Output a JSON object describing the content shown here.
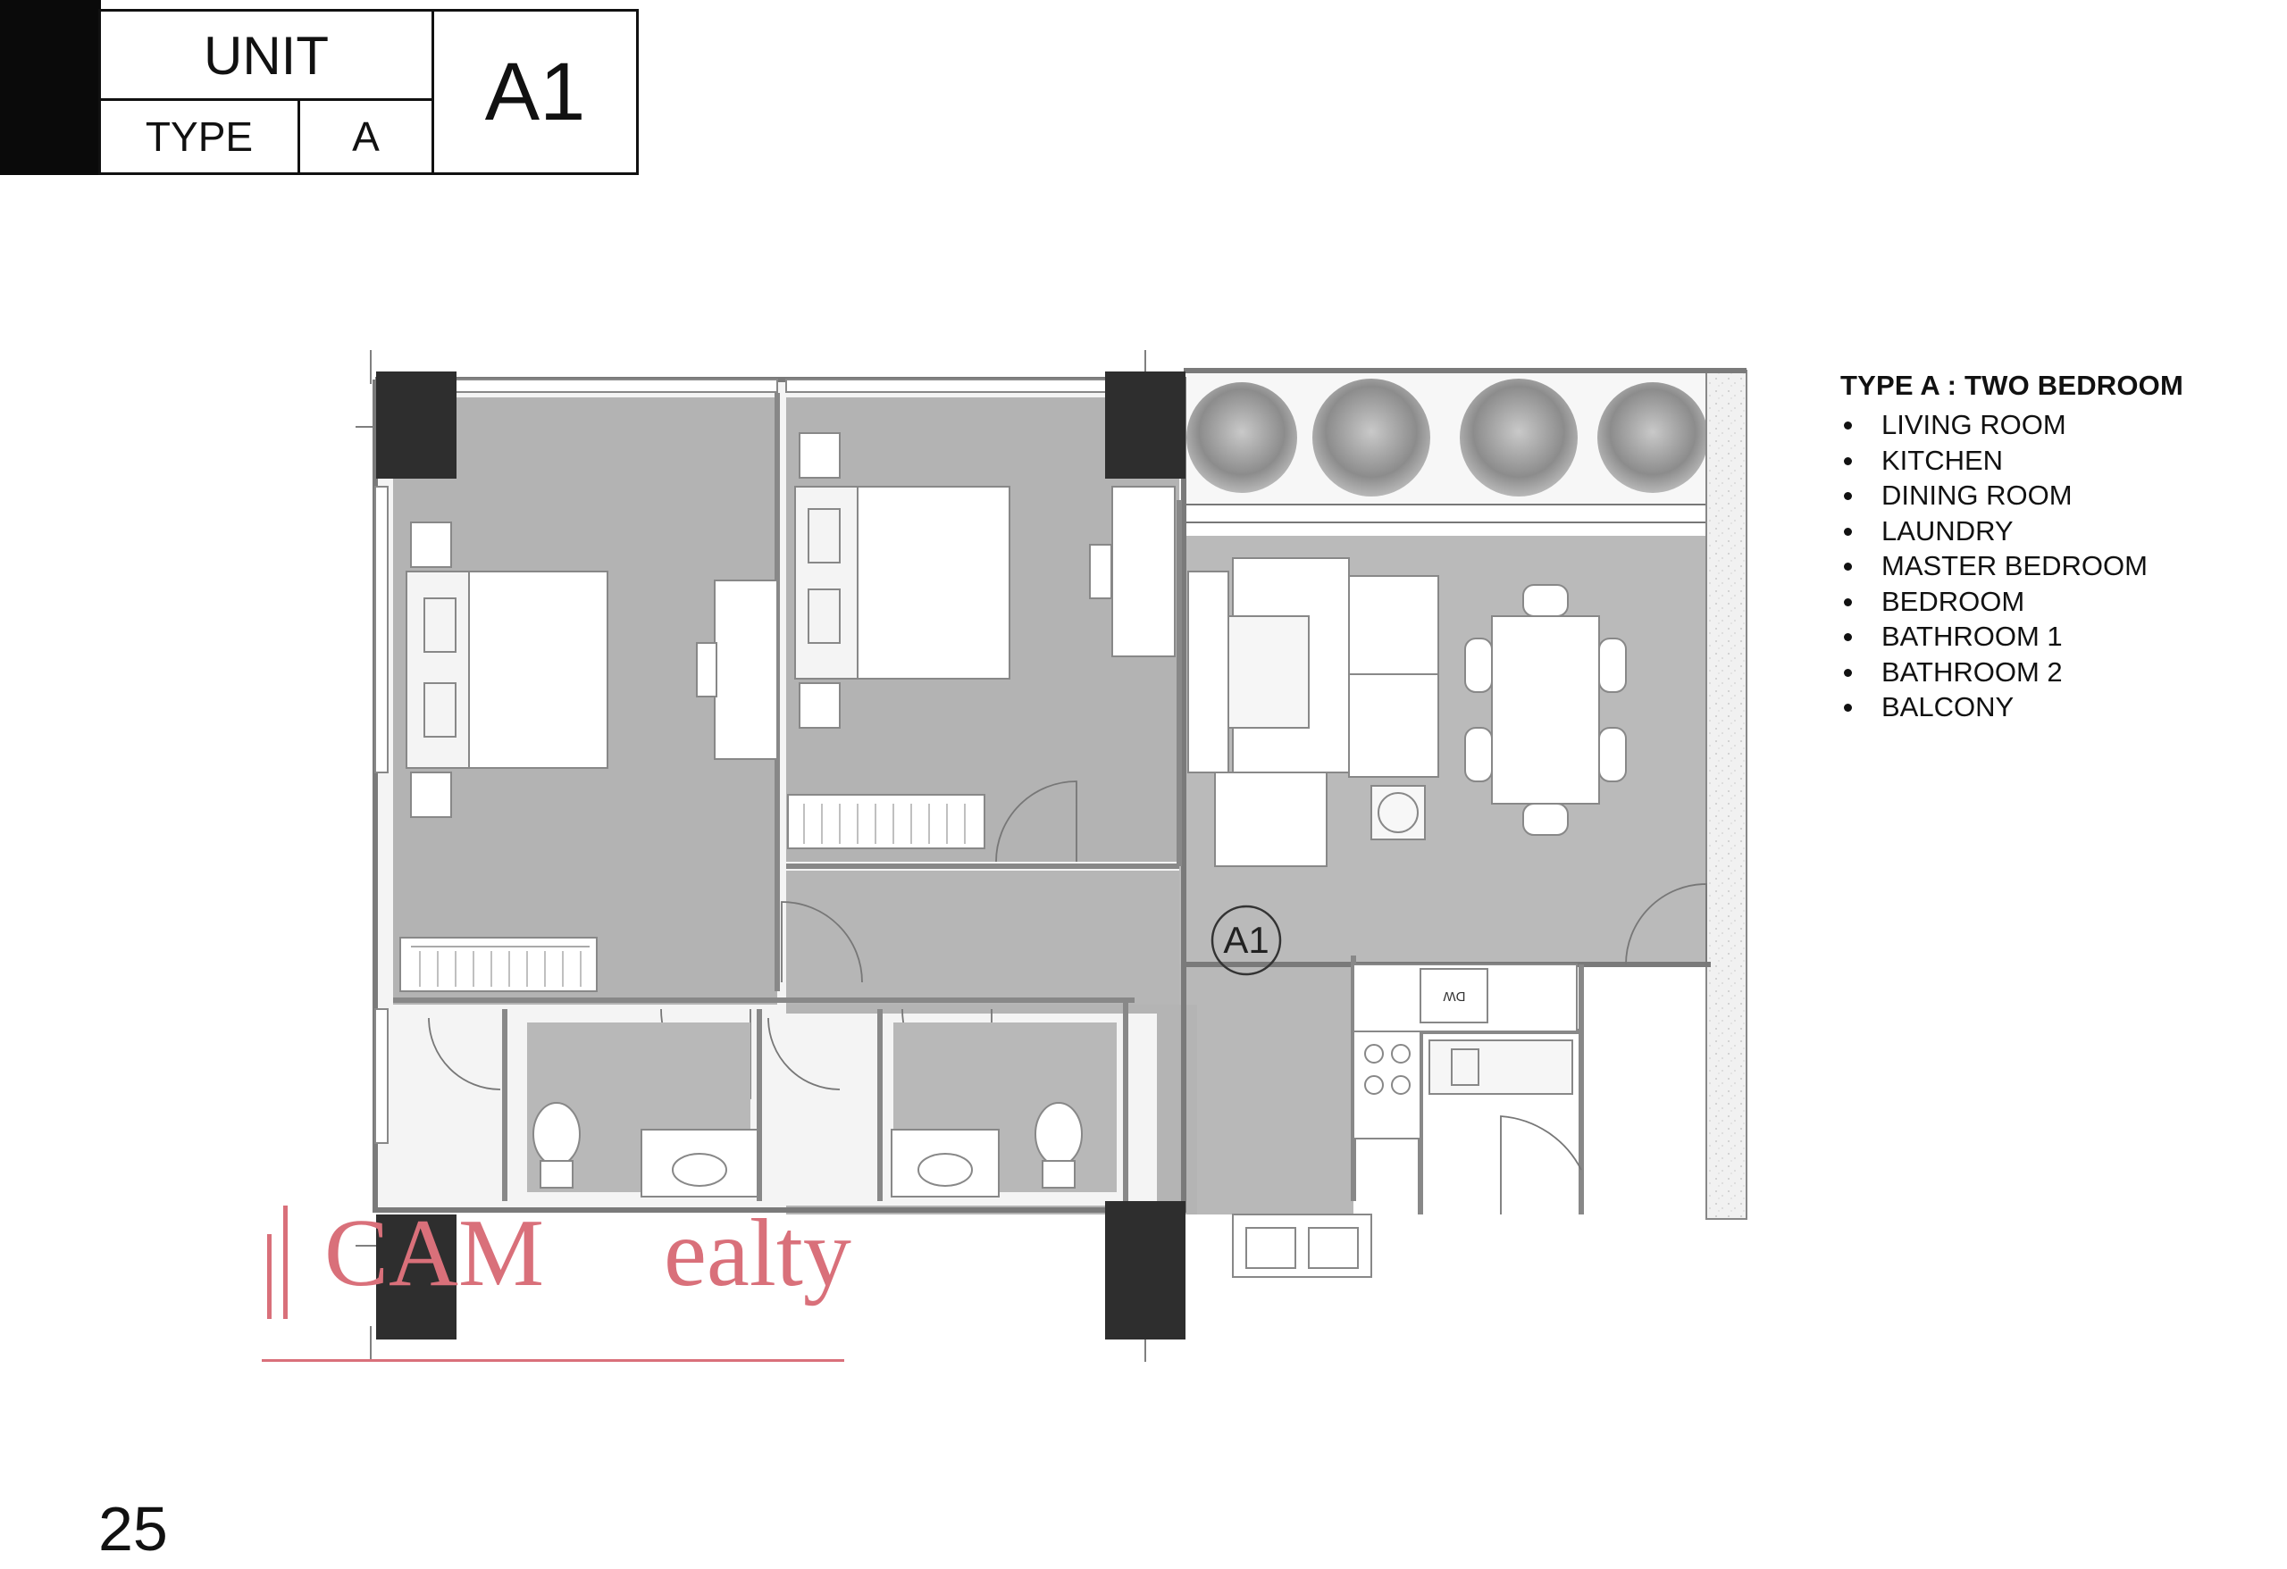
{
  "header": {
    "unit_label": "UNIT",
    "type_label": "TYPE",
    "type_value": "A",
    "unit_code": "A1"
  },
  "legend": {
    "title": "TYPE A : TWO BEDROOM",
    "items": [
      "LIVING ROOM",
      "KITCHEN",
      "DINING ROOM",
      "LAUNDRY",
      "MASTER BEDROOM",
      "BEDROOM",
      "BATHROOM 1",
      "BATHROOM 2",
      "BALCONY"
    ]
  },
  "plan": {
    "unit_tag": "A1",
    "appliance_label": "DW"
  },
  "watermark": {
    "text_left": "CAM",
    "text_right": "ealty"
  },
  "page_number": "25",
  "colors": {
    "floor": "#b3b3b3",
    "living_floor": "#b9b9b9",
    "column": "#2e2e2e",
    "wall": "#8a8a8a",
    "watermark": "#d9707a"
  }
}
